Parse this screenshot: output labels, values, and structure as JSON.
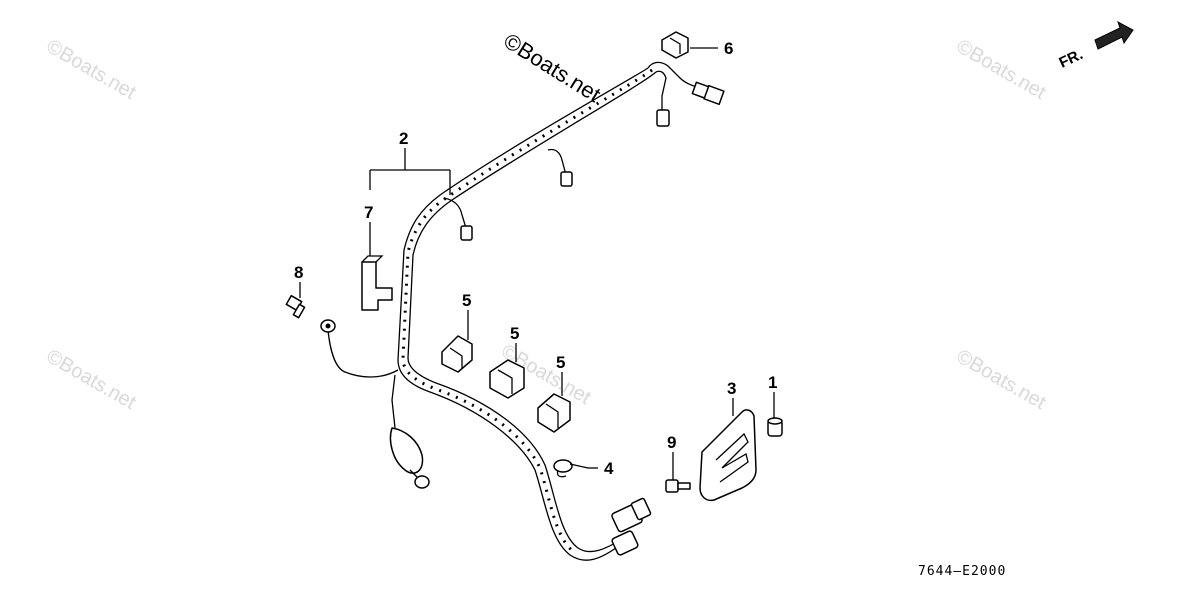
{
  "watermarks": {
    "main": "©Boats.net",
    "faint": "©Boats.net"
  },
  "direction_label": "FR.",
  "diagram_code": "7644–E2000",
  "callouts": {
    "c1": "1",
    "c2": "2",
    "c3": "3",
    "c4": "4",
    "c5a": "5",
    "c5b": "5",
    "c5c": "5",
    "c6": "6",
    "c7": "7",
    "c8": "8",
    "c9": "9"
  }
}
